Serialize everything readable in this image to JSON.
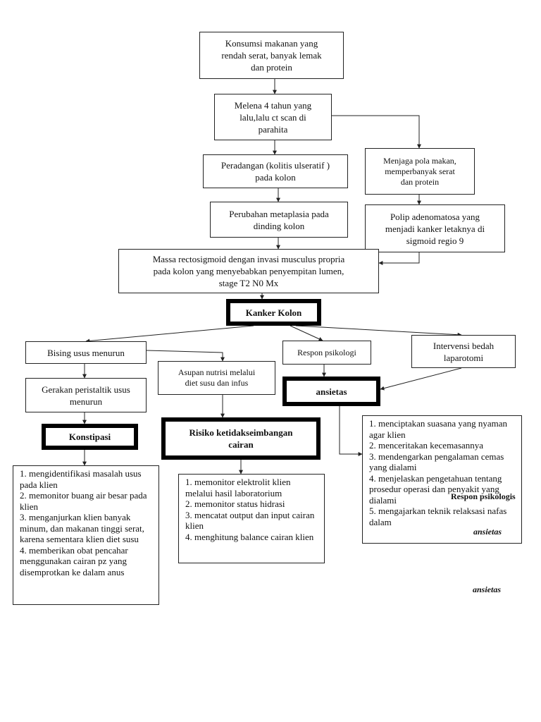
{
  "nodes": {
    "konsumsi": [
      "Konsumsi makanan yang",
      "rendah serat, banyak lemak",
      "dan protein"
    ],
    "melena": [
      "Melena 4 tahun yang",
      "lalu,lalu ct scan di",
      "parahita"
    ],
    "menjaga": [
      "Menjaga pola makan,",
      "memperbanyak serat",
      "dan protein"
    ],
    "peradangan": [
      "Peradangan (kolitis ulseratif )",
      "pada kolon"
    ],
    "perubahan": [
      "Perubahan metaplasia pada",
      "dinding kolon"
    ],
    "polip": [
      "Polip adenomatosa yang",
      "menjadi kanker letaknya di",
      "sigmoid regio 9"
    ],
    "massa": [
      "Massa rectosigmoid dengan invasi musculus propria",
      "pada kolon yang menyebabkan penyempitan lumen,",
      "stage T2 N0 Mx"
    ],
    "kanker": "Kanker Kolon",
    "bising": "Bising usus menurun",
    "respon": "Respon psikologi",
    "intervensi": [
      "Intervensi bedah",
      "laparotomi"
    ],
    "asupan": [
      "Asupan nutrisi melalui",
      "diet susu dan infus"
    ],
    "gerakan": [
      "Gerakan peristaltik usus",
      "menurun"
    ],
    "ansietas": "ansietas",
    "konstipasi": "Konstipasi",
    "risiko": [
      "Risiko ketidakseimbangan",
      "cairan"
    ]
  },
  "lists": {
    "konstipasi_interventions": [
      "1. mengidentifikasi masalah usus pada klien",
      "2. memonitor buang air besar pada klien",
      "3. menganjurkan klien banyak minum, dan makanan tinggi serat, karena sementara klien diet susu",
      "4. memberikan obat pencahar menggunakan cairan pz yang disemprotkan ke dalam anus"
    ],
    "risiko_interventions": [
      "1. memonitor elektrolit klien melalui hasil laboratorium",
      "2. memonitor status hidrasi",
      "3. mencatat output dan input cairan klien",
      "4. menghitung balance cairan klien"
    ],
    "ansietas_interventions": [
      "1. menciptakan suasana yang nyaman agar klien",
      "2. menceritakan kecemasannya",
      "3. mendengarkan pengalaman cemas yang dialami",
      "4. menjelaskan pengetahuan tentang prosedur operasi dan penyakit yang dialami",
      "5. mengajarkan teknik relaksasi nafas dalam"
    ]
  },
  "floating_labels": {
    "respon_overlay": "Respon psikologis",
    "ansietas_overlay": "ansietas",
    "ansietas_bottom": "ansietas"
  }
}
